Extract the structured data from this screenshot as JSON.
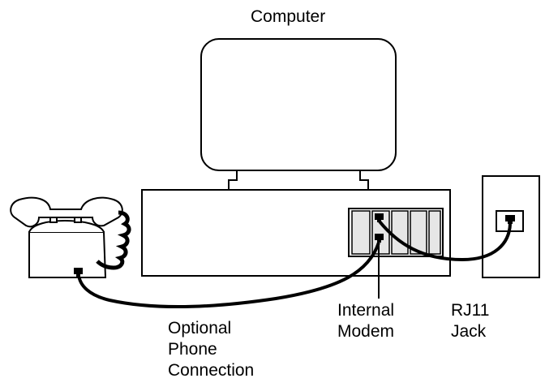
{
  "labels": {
    "computer": "Computer",
    "internal_modem": [
      "Internal",
      "Modem"
    ],
    "rj11_jack": [
      "RJ11",
      "Jack"
    ],
    "optional_phone": [
      "Optional",
      "Phone",
      "Connection"
    ]
  },
  "colors": {
    "stroke": "#000000",
    "background": "#ffffff",
    "slot_fill": "#e6e6e6"
  }
}
